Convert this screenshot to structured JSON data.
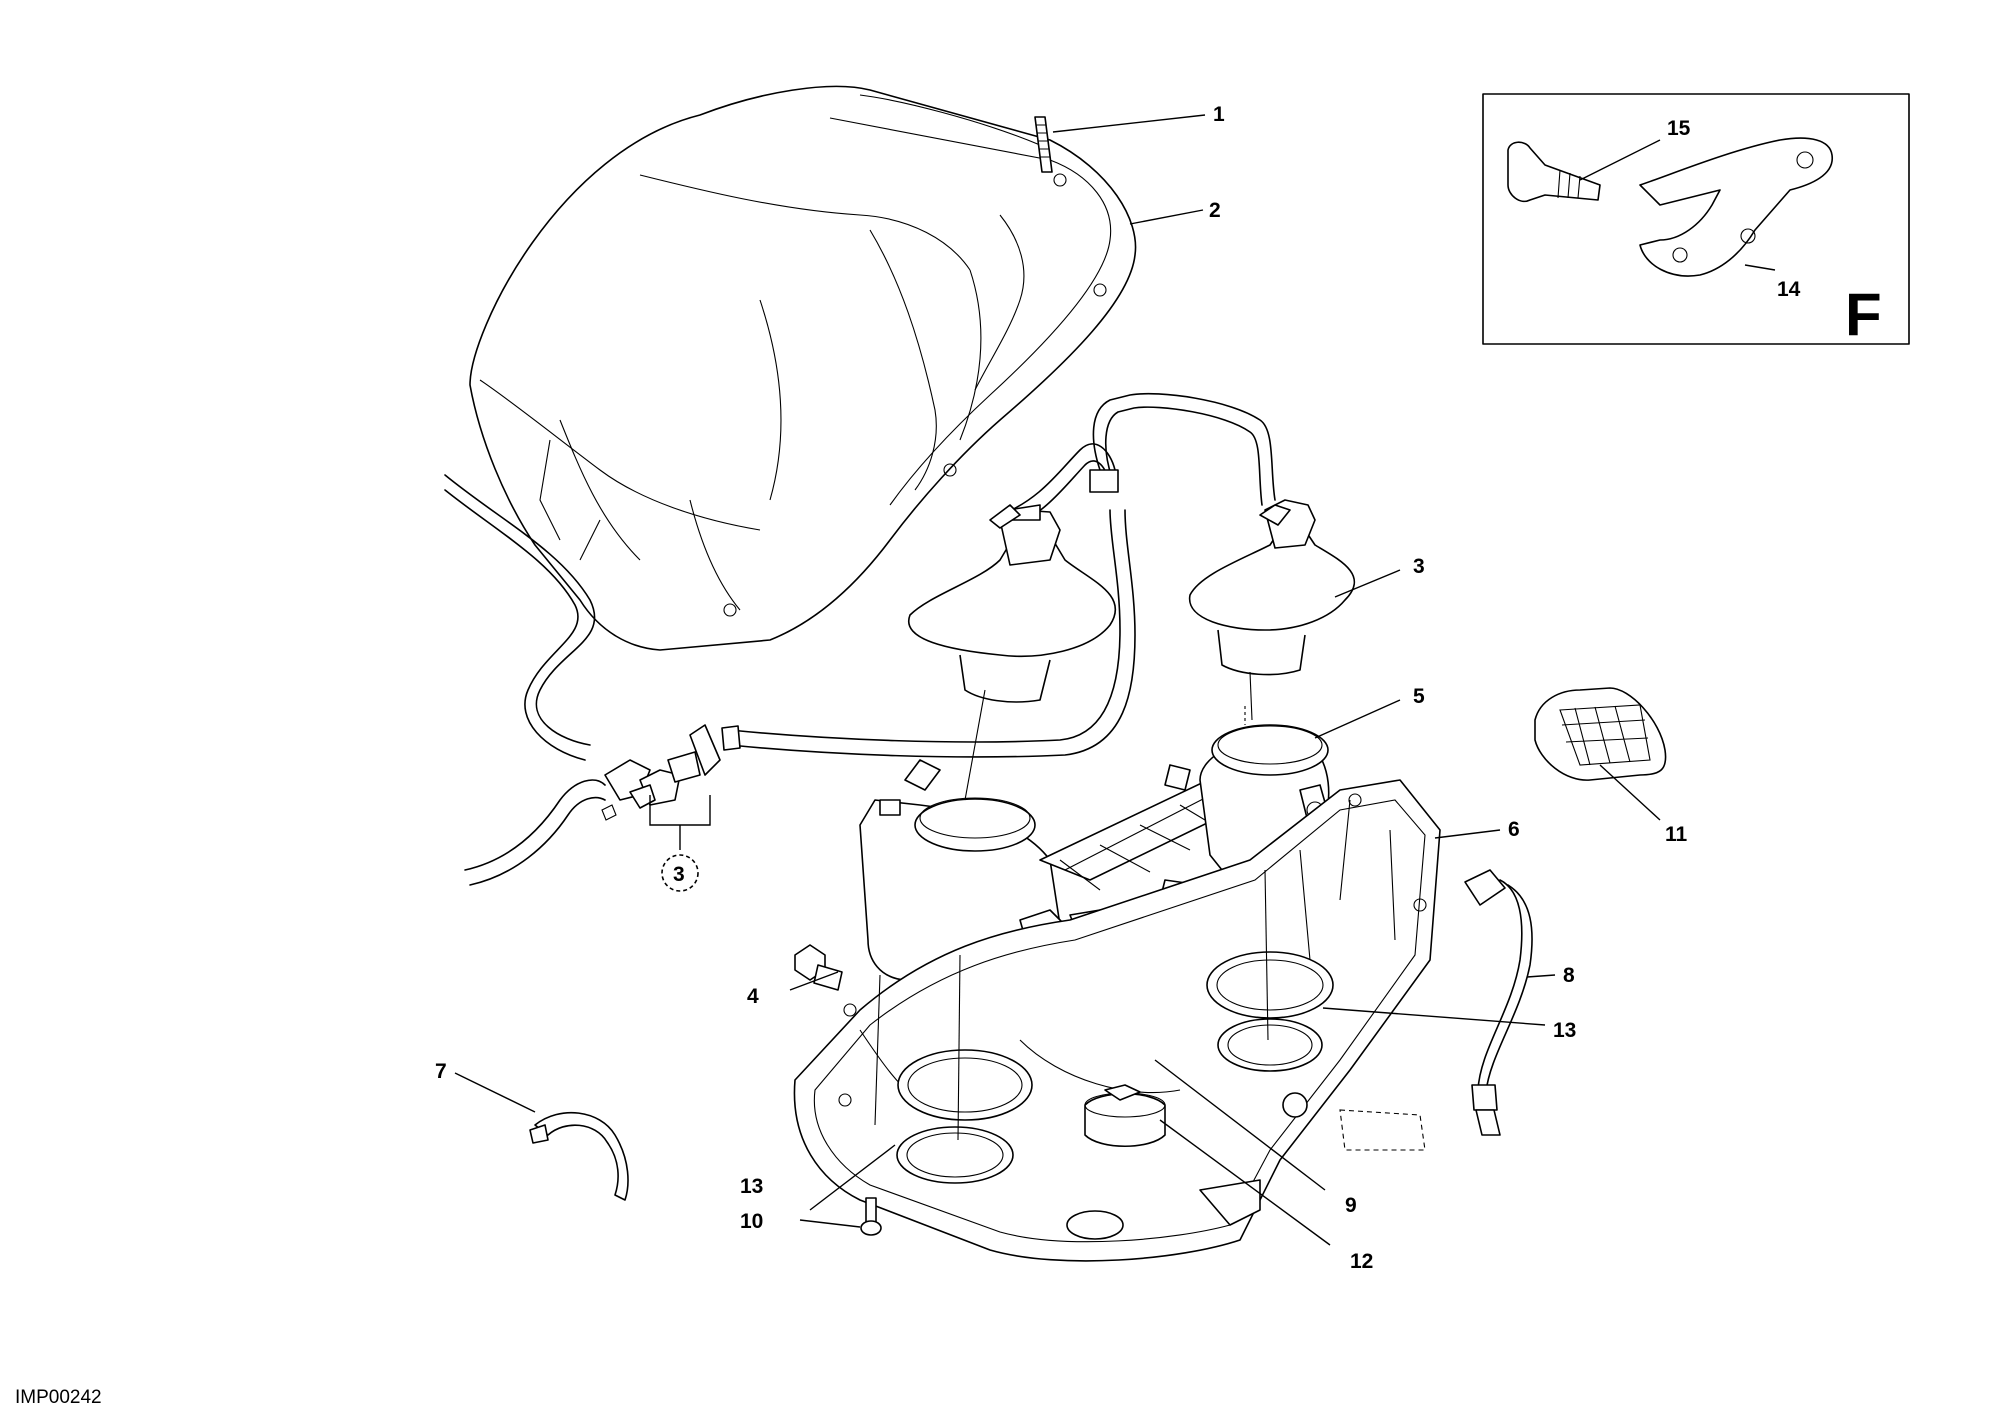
{
  "drawing_code": "IMP00242",
  "detail_box_letter": "F",
  "callouts": [
    {
      "id": "c1",
      "label": "1"
    },
    {
      "id": "c2",
      "label": "2"
    },
    {
      "id": "c3a",
      "label": "3"
    },
    {
      "id": "c3b",
      "label": "3"
    },
    {
      "id": "c4",
      "label": "4"
    },
    {
      "id": "c5",
      "label": "5"
    },
    {
      "id": "c6",
      "label": "6"
    },
    {
      "id": "c7",
      "label": "7"
    },
    {
      "id": "c8",
      "label": "8"
    },
    {
      "id": "c9",
      "label": "9"
    },
    {
      "id": "c10",
      "label": "10"
    },
    {
      "id": "c11",
      "label": "11"
    },
    {
      "id": "c12",
      "label": "12"
    },
    {
      "id": "c13a",
      "label": "13"
    },
    {
      "id": "c13b",
      "label": "13"
    },
    {
      "id": "c14",
      "label": "14"
    },
    {
      "id": "c15",
      "label": "15"
    }
  ]
}
